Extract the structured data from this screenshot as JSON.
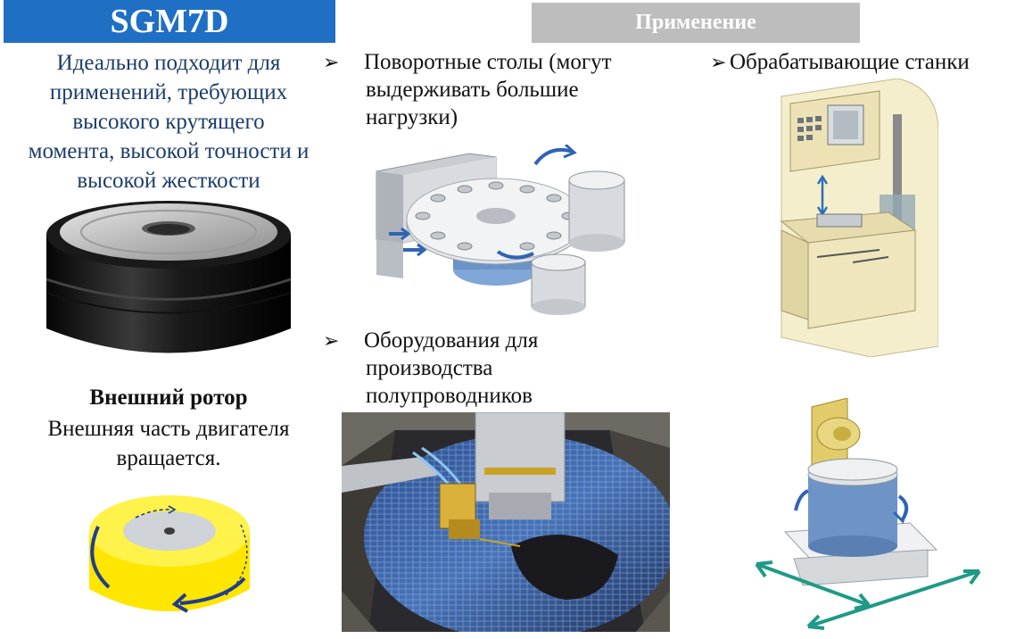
{
  "header": {
    "title": "SGM7D",
    "applications_title": "Применение"
  },
  "intro": {
    "line1": "Идеально подходит для",
    "line2": "применений, требующих",
    "line3": "высокого крутящего",
    "line4": "момента, высокой точности и",
    "line5": "высокой жесткости"
  },
  "rotor": {
    "heading": "Внешний ротор",
    "desc_line1": "Внешняя часть двигателя",
    "desc_line2": "вращается."
  },
  "applications": {
    "bullet_glyph": "➢",
    "rotary_tables": {
      "line1": "Поворотные столы (могут",
      "line2": "выдерживать большие",
      "line3": "нагрузки)"
    },
    "machine_tools": {
      "line1": "Обрабатывающие станки"
    },
    "semiconductor": {
      "line1": "Оборудования для",
      "line2": "производства",
      "line3": "полупроводников"
    }
  },
  "colors": {
    "title_banner": "#1f6fc4",
    "app_banner": "#bdbdbd",
    "intro_text": "#1b3d6a",
    "rotation_arrow": "#1f3e8f",
    "teal_arrow": "#1e9a86",
    "yellow_disk": "#ffe600"
  }
}
